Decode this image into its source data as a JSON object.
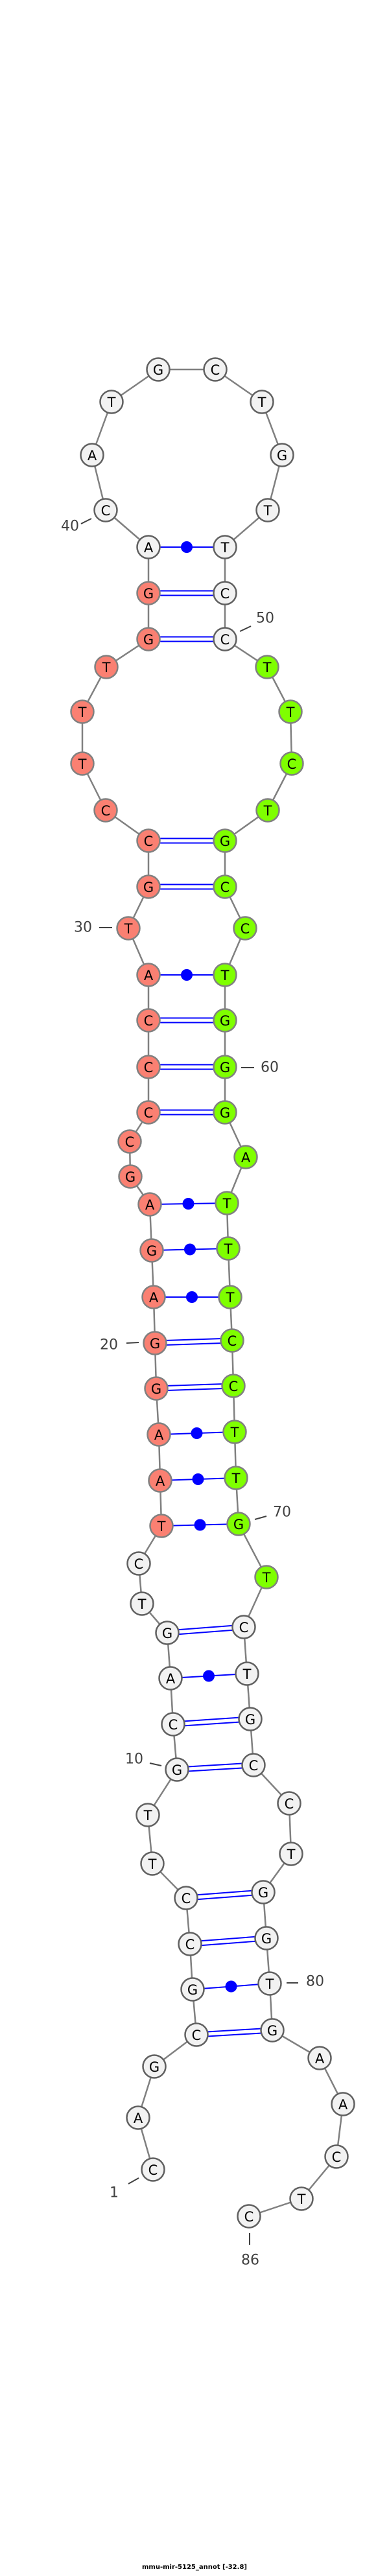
{
  "title": "mmu-mir-5125_annot [-32.8]",
  "bases": [
    "C",
    "A",
    "G",
    "C",
    "G",
    "C",
    "C",
    "T",
    "T",
    "G",
    "C",
    "A",
    "G",
    "T",
    "C",
    "T",
    "A",
    "A",
    "G",
    "G",
    "A",
    "G",
    "A",
    "G",
    "C",
    "C",
    "C",
    "C",
    "A",
    "T",
    "G",
    "C",
    "C",
    "T",
    "T",
    "T",
    "G",
    "G",
    "A",
    "C",
    "A",
    "T",
    "G",
    "C",
    "T",
    "G",
    "T",
    "T",
    "C",
    "C",
    "T",
    "T",
    "C",
    "T",
    "G",
    "C",
    "C",
    "T",
    "G",
    "G",
    "G",
    "A",
    "T",
    "T",
    "T",
    "C",
    "C",
    "T",
    "T",
    "G",
    "T",
    "C",
    "T",
    "G",
    "C",
    "C",
    "T",
    "G",
    "G",
    "T",
    "G",
    "A",
    "A",
    "C",
    "T",
    "C"
  ],
  "position_labels": [
    "1",
    "10",
    "20",
    "30",
    "40",
    "50",
    "60",
    "70",
    "80",
    "86"
  ],
  "highlights": [
    {
      "name": "mature-5p",
      "from": 16,
      "to": 38,
      "color": "#fa8072"
    },
    {
      "name": "mature-3p",
      "from": 51,
      "to": 71,
      "color": "#7fff00"
    }
  ],
  "default_fill": "#f2f2f2",
  "pair_color": "#0000ff",
  "pairs": [
    [
      4,
      81
    ],
    [
      5,
      80
    ],
    [
      6,
      79
    ],
    [
      7,
      78
    ],
    [
      10,
      75
    ],
    [
      11,
      74
    ],
    [
      12,
      73
    ],
    [
      13,
      72
    ],
    [
      16,
      70
    ],
    [
      17,
      69
    ],
    [
      18,
      68
    ],
    [
      19,
      67
    ],
    [
      20,
      66
    ],
    [
      21,
      65
    ],
    [
      22,
      64
    ],
    [
      23,
      63
    ],
    [
      26,
      61
    ],
    [
      27,
      60
    ],
    [
      28,
      59
    ],
    [
      29,
      58
    ],
    [
      31,
      56
    ],
    [
      32,
      55
    ],
    [
      37,
      50
    ],
    [
      38,
      49
    ],
    [
      39,
      48
    ]
  ]
}
